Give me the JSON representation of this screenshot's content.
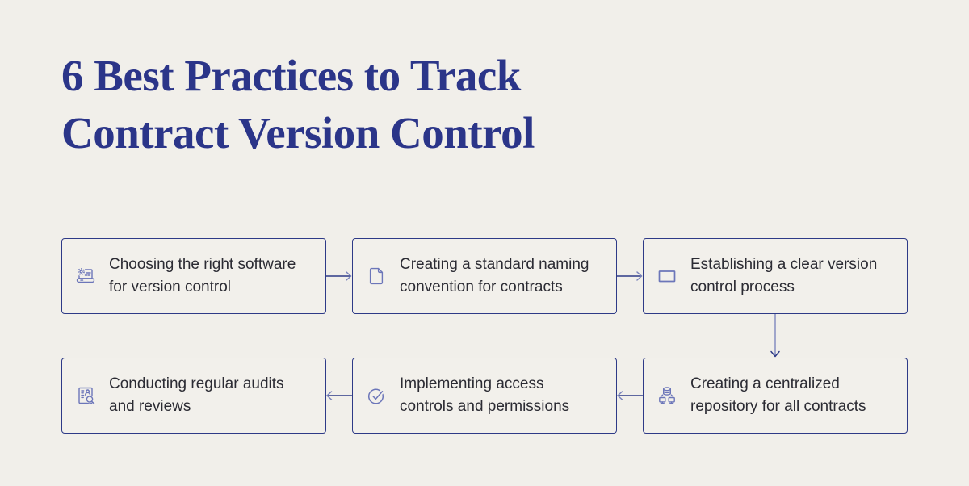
{
  "page": {
    "background_color": "#f1efea",
    "accent_navy": "#2e3a87",
    "icon_color": "#6c76b9",
    "body_text_color": "#2b2b33"
  },
  "header": {
    "title": "6 Best Practices to Track Contract Version Control",
    "title_lines": [
      "6 Best Practices to Track",
      "Contract Version Control"
    ],
    "title_color": "#2b3589"
  },
  "flowchart": {
    "steps": [
      {
        "order": 1,
        "label": "Choosing the right software for version control",
        "icon": "laptop-gear-icon",
        "grid_position": "row-1-col-1"
      },
      {
        "order": 2,
        "label": "Creating a standard naming convention for contracts",
        "icon": "document-icon",
        "grid_position": "row-1-col-2"
      },
      {
        "order": 3,
        "label": "Establishing a clear version control process",
        "icon": "window-icon",
        "grid_position": "row-1-col-3"
      },
      {
        "order": 4,
        "label": "Creating a centralized repository for all contracts",
        "icon": "database-network-icon",
        "grid_position": "row-2-col-3"
      },
      {
        "order": 5,
        "label": "Implementing access controls and permissions",
        "icon": "check-circle-icon",
        "grid_position": "row-2-col-2"
      },
      {
        "order": 6,
        "label": "Conducting regular audits and reviews",
        "icon": "audit-search-icon",
        "grid_position": "row-2-col-1"
      }
    ],
    "connectors": [
      "step1-right-step2",
      "step2-right-step3",
      "step3-down-step4",
      "step4-left-step5",
      "step5-left-step6"
    ]
  }
}
